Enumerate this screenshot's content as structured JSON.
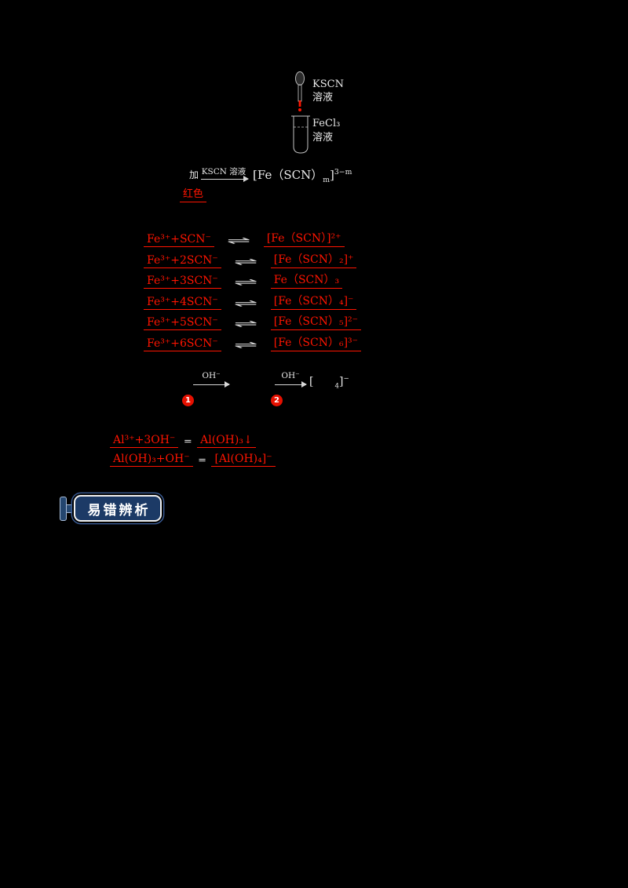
{
  "page": {
    "background": "#000000",
    "red": "#ff1400",
    "light_text": "#e9e9e9",
    "navy": "#1d3a66"
  },
  "apparatus": {
    "dropper_label_line1": "KSCN",
    "dropper_label_line2": "溶液",
    "tube_label_line1": "FeCl₃",
    "tube_label_line2": "溶液"
  },
  "reaction_scheme": {
    "pre_arrow_text": "加",
    "arrow_label": "KSCN 溶液",
    "product": {
      "open": "[Fe（SCN）",
      "sub": "m",
      "close": "]",
      "sup": "3−m"
    },
    "color_answer": "红色"
  },
  "equilibria": {
    "arrow_symbol": "⇌",
    "rows": [
      {
        "left": "Fe³⁺+SCN⁻",
        "right": "[Fe（SCN）]²⁺"
      },
      {
        "left": "Fe³⁺+2SCN⁻",
        "right": "[Fe（SCN）₂]⁺"
      },
      {
        "left": "Fe³⁺+3SCN⁻",
        "right": "Fe（SCN）₃"
      },
      {
        "left": "Fe³⁺+4SCN⁻",
        "right": "[Fe（SCN）₄]⁻"
      },
      {
        "left": "Fe³⁺+5SCN⁻",
        "right": "[Fe（SCN）₅]²⁻"
      },
      {
        "left": "Fe³⁺+6SCN⁻",
        "right": "[Fe（SCN）₆]³⁻"
      }
    ]
  },
  "hydroxide_scheme": {
    "arrow1_label": "OH⁻",
    "arrow2_label": "OH⁻",
    "product_open": "[",
    "product_sub": "4",
    "product_close": "]",
    "product_sup": "−",
    "step_marks": [
      "1",
      "2"
    ]
  },
  "al_equations": {
    "equals_symbol": "═",
    "rows": [
      {
        "left": "Al³⁺+3OH⁻",
        "right": "Al(OH)₃↓"
      },
      {
        "left": "Al(OH)₃+OH⁻",
        "right": "[Al(OH)₄]⁻"
      }
    ]
  },
  "badge": {
    "label": "易错辨析"
  }
}
